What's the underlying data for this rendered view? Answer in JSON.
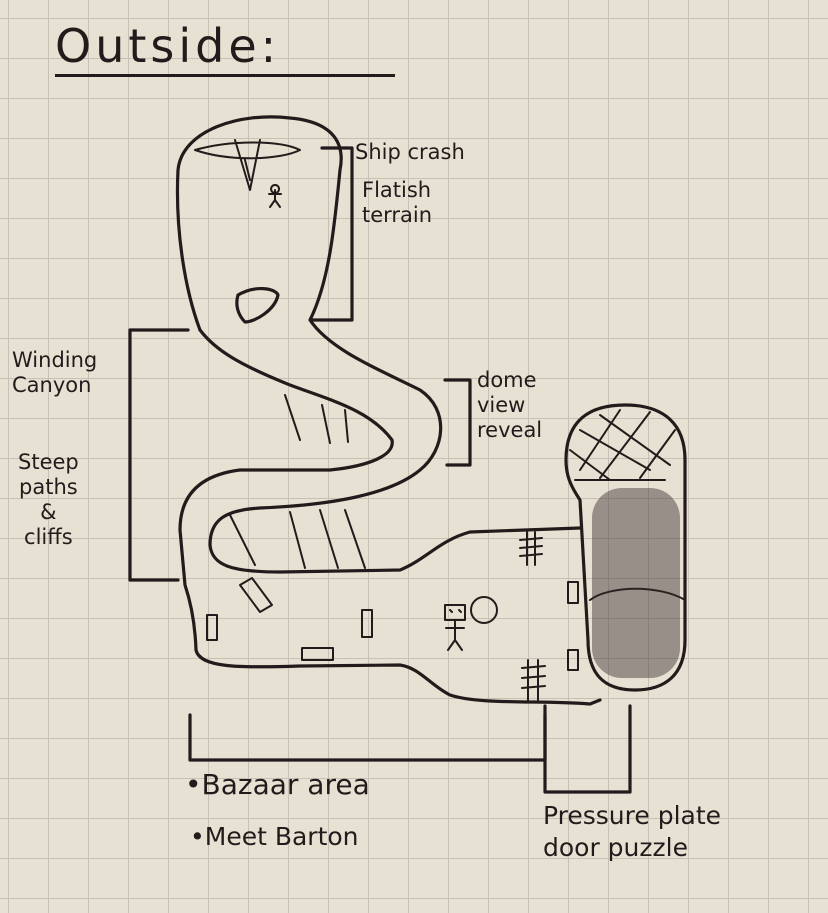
{
  "title": "Outside:",
  "labels": {
    "ship_crash": "Ship crash",
    "flat_terrain": "Flatish\nterrain",
    "winding_canyon": "Winding\nCanyon",
    "steep_paths": "Steep\npaths\n&\ncliffs",
    "dome_view": "dome\nview\nreveal",
    "bazaar": "•Bazaar area",
    "meet_barton": "•Meet Barton",
    "pressure_plate": "Pressure plate\ndoor puzzle"
  },
  "colors": {
    "paper": "#e6e1d3",
    "grid": "#c5c1b5",
    "ink": "#231b1b"
  }
}
